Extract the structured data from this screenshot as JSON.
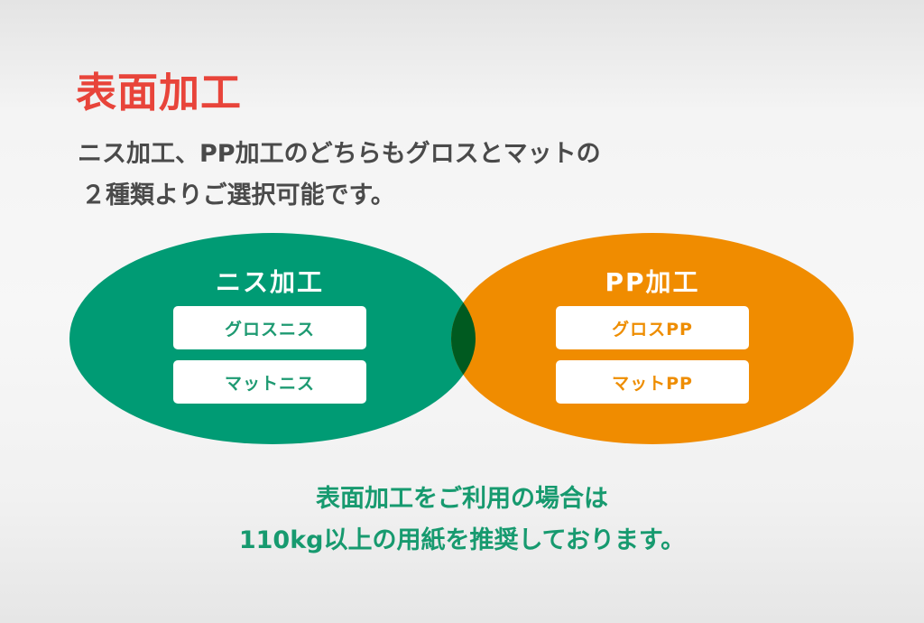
{
  "heading": "表面加工",
  "intro": {
    "line1": "ニス加工、PP加工のどちらもグロスとマットの",
    "line2": "２種類よりご選択可能です。"
  },
  "varnish": {
    "title": "ニス加工",
    "color": "#009b74",
    "options": [
      "グロスニス",
      "マットニス"
    ]
  },
  "pp": {
    "title": "PP加工",
    "color": "#f08c00",
    "options": [
      "グロスPP",
      "マットPP"
    ]
  },
  "overlap_color": "#005a20",
  "footnote": {
    "line1": "表面加工をご利用の場合は",
    "line2": "110kg以上の用紙を推奨しております。"
  }
}
